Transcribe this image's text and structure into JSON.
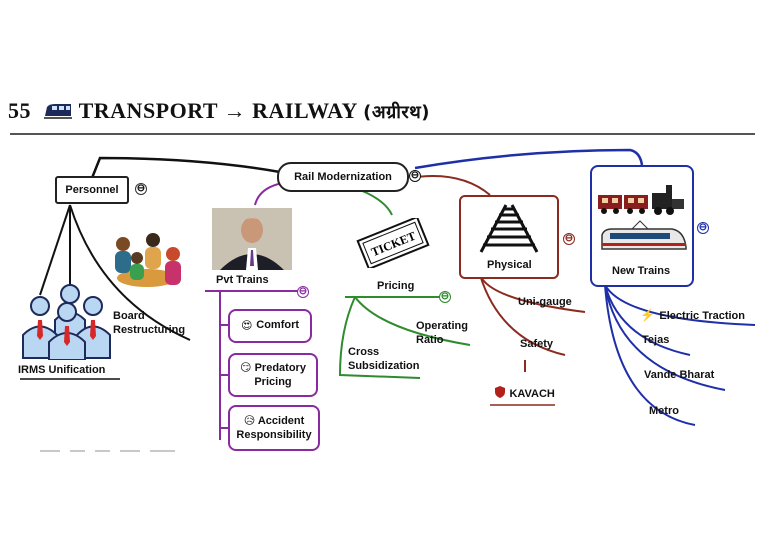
{
  "heading": {
    "number": "55",
    "icon": "train-icon",
    "text": "TRANSPORT → RAILWAY",
    "hindi": "(अग्रीरथ)"
  },
  "central_node": {
    "label": "Rail Modernization"
  },
  "branches": {
    "personnel": {
      "label": "Personnel",
      "children": [
        "IRMS Unification",
        "Board Restructuring"
      ]
    },
    "pvt_trains": {
      "label": "Pvt Trains",
      "children": [
        "Comfort",
        "Predatory Pricing",
        "Accident Responsibility"
      ]
    },
    "pricing": {
      "label": "Pricing",
      "ticket_text": "TICKET",
      "children": [
        "Operating Ratio",
        "Cross Subsidization"
      ]
    },
    "physical": {
      "label": "Physical",
      "children": [
        "Uni-gauge",
        "Safety"
      ],
      "safety_child": "KAVACH"
    },
    "new_trains": {
      "label": "New Trains",
      "children": [
        "Electric Traction",
        "Tejas",
        "Vande Bharat",
        "Metro"
      ]
    }
  },
  "collapse_symbol": "⊖",
  "colors": {
    "personnel": "#111111",
    "pvt_trains": "#8a2aa0",
    "pricing": "#2e8b2e",
    "physical": "#8b2a1e",
    "new_trains": "#1f2fa8"
  }
}
